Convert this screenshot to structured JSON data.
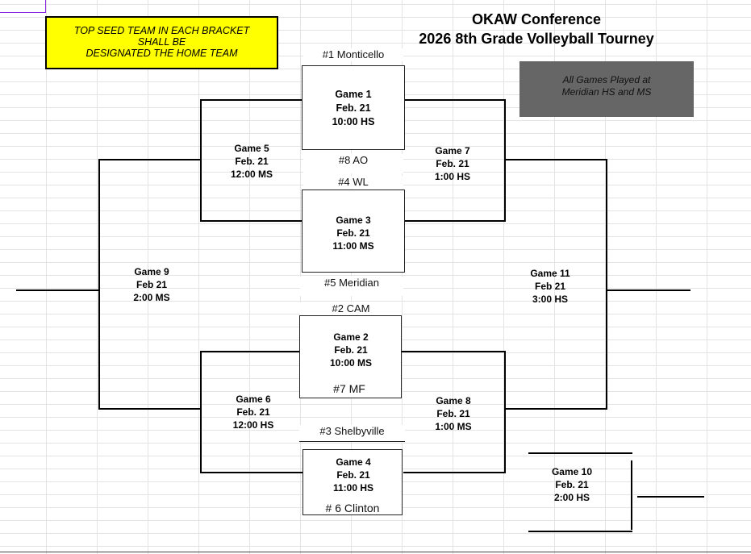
{
  "notice": {
    "line1": "TOP SEED TEAM IN EACH BRACKET",
    "line2": "SHALL BE",
    "line3": "DESIGNATED THE HOME TEAM"
  },
  "title": {
    "line1": "OKAW Conference",
    "line2": "2026  8th Grade Volleyball Tourney"
  },
  "venue": {
    "line1": "All Games Played at",
    "line2": "Meridian HS and MS"
  },
  "seeds": {
    "s1": "#1 Monticello",
    "s8": "#8 AO",
    "s4": "#4 WL",
    "s5": "#5 Meridian",
    "s2": "#2 CAM",
    "s7": "#7 MF",
    "s3": "#3  Shelbyville",
    "s6": "# 6 Clinton"
  },
  "games": {
    "g1": {
      "name": "Game 1",
      "date": "Feb. 21",
      "time": "10:00 HS"
    },
    "g2": {
      "name": "Game 2",
      "date": "Feb. 21",
      "time": "10:00 MS"
    },
    "g3": {
      "name": "Game 3",
      "date": "Feb. 21",
      "time": "11:00 MS"
    },
    "g4": {
      "name": "Game 4",
      "date": "Feb. 21",
      "time": "11:00 HS"
    },
    "g5": {
      "name": "Game 5",
      "date": "Feb. 21",
      "time": "12:00 MS"
    },
    "g6": {
      "name": "Game 6",
      "date": "Feb. 21",
      "time": "12:00 HS"
    },
    "g7": {
      "name": "Game 7",
      "date": "Feb. 21",
      "time": "1:00 HS"
    },
    "g8": {
      "name": "Game 8",
      "date": "Feb. 21",
      "time": "1:00 MS"
    },
    "g9": {
      "name": "Game 9",
      "date": "Feb 21",
      "time": "2:00 MS"
    },
    "g10": {
      "name": "Game 10",
      "date": "Feb. 21",
      "time": "2:00 HS"
    },
    "g11": {
      "name": "Game 11",
      "date": "Feb 21",
      "time": "3:00 HS"
    }
  }
}
